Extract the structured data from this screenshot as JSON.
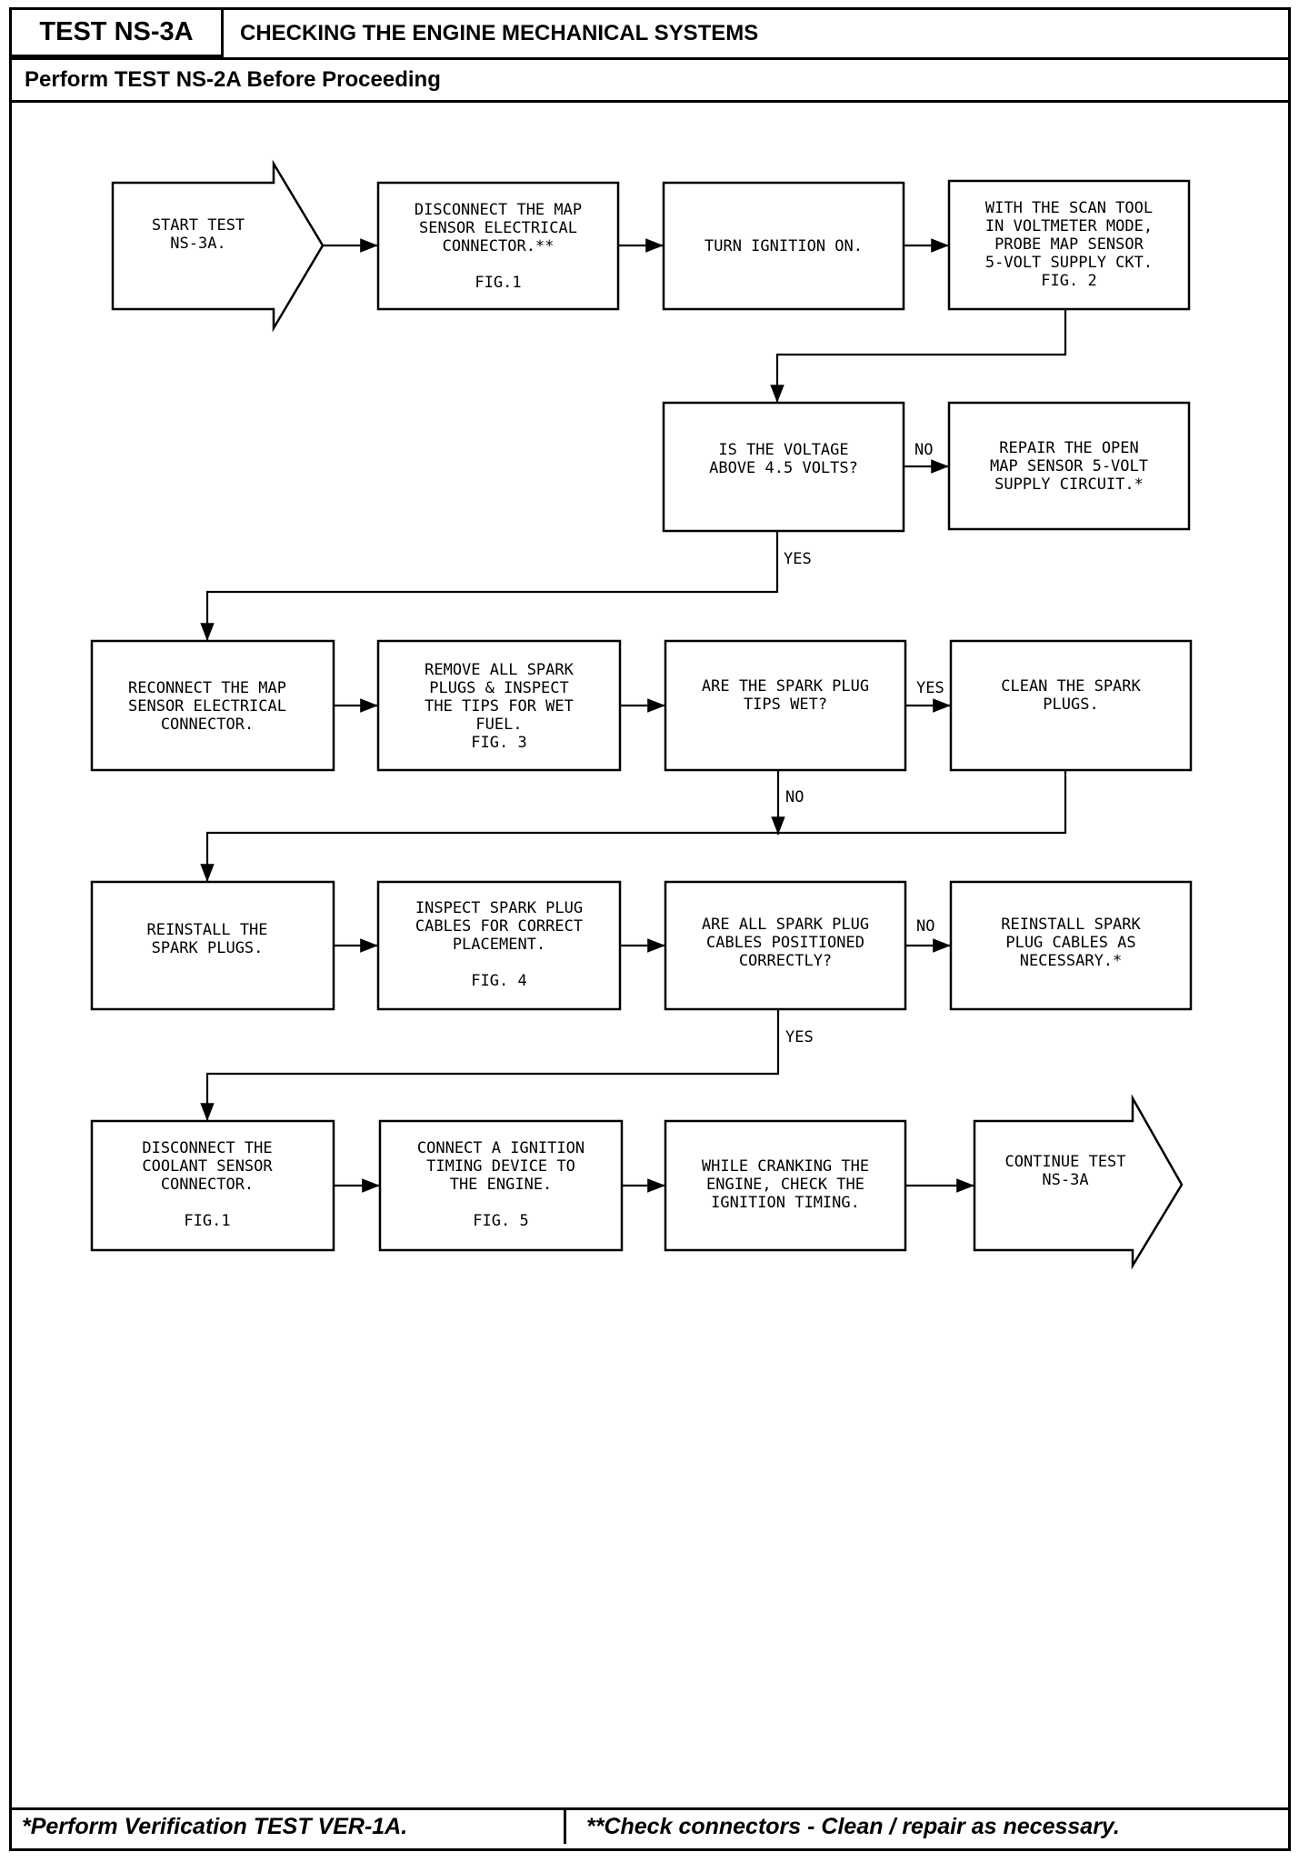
{
  "header": {
    "test_id": "TEST NS-3A",
    "title": "CHECKING THE ENGINE MECHANICAL SYSTEMS",
    "subtitle": "Perform TEST NS-2A Before Proceeding"
  },
  "footer": {
    "left": "*Perform Verification TEST VER-1A.",
    "right": "**Check connectors - Clean / repair as necessary."
  },
  "flowchart": {
    "start": [
      "START TEST",
      "NS-3A."
    ],
    "step1": [
      "DISCONNECT THE MAP",
      "SENSOR ELECTRICAL",
      "CONNECTOR.**",
      "",
      "FIG.1"
    ],
    "step2": [
      "TURN IGNITION ON."
    ],
    "step3": [
      "WITH THE SCAN TOOL",
      "IN VOLTMETER MODE,",
      "PROBE MAP SENSOR",
      "5-VOLT SUPPLY CKT.",
      "FIG. 2"
    ],
    "decision1": [
      "IS THE VOLTAGE",
      "ABOVE 4.5 VOLTS?"
    ],
    "repair1": [
      "REPAIR THE OPEN",
      "MAP SENSOR 5-VOLT",
      "SUPPLY CIRCUIT.*"
    ],
    "step4": [
      "RECONNECT THE MAP",
      "SENSOR ELECTRICAL",
      "CONNECTOR."
    ],
    "step5": [
      "REMOVE ALL SPARK",
      "PLUGS & INSPECT",
      "THE TIPS FOR WET",
      "FUEL.",
      "FIG. 3"
    ],
    "decision2": [
      "ARE THE SPARK PLUG",
      "TIPS WET?"
    ],
    "clean": [
      "CLEAN THE SPARK",
      "PLUGS."
    ],
    "step6": [
      "REINSTALL THE",
      "SPARK PLUGS."
    ],
    "step7": [
      "INSPECT SPARK PLUG",
      "CABLES FOR CORRECT",
      "PLACEMENT.",
      "",
      "FIG. 4"
    ],
    "decision3": [
      "ARE ALL SPARK PLUG",
      "CABLES POSITIONED",
      "CORRECTLY?"
    ],
    "repair2": [
      "REINSTALL SPARK",
      "PLUG CABLES AS",
      "NECESSARY.*"
    ],
    "step8": [
      "DISCONNECT THE",
      "COOLANT SENSOR",
      "CONNECTOR.",
      "",
      "FIG.1"
    ],
    "step9": [
      "CONNECT A IGNITION",
      "TIMING DEVICE TO",
      "THE ENGINE.",
      "",
      "FIG. 5"
    ],
    "step10": [
      "WHILE CRANKING THE",
      "ENGINE, CHECK THE",
      "IGNITION TIMING."
    ],
    "continue": [
      "CONTINUE TEST",
      "NS-3A"
    ],
    "labels": {
      "no": "NO",
      "yes": "YES"
    }
  }
}
